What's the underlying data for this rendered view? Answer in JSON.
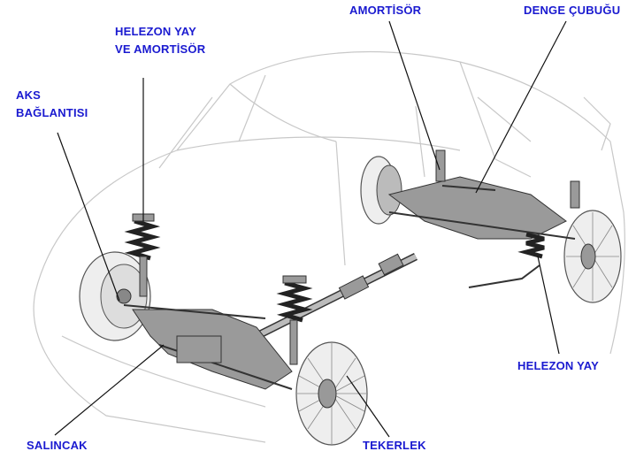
{
  "diagram": {
    "labels": {
      "front_coil_shock_line1": "HELEZON YAY",
      "front_coil_shock_line2": "VE AMORTİSÖR",
      "axle_joint_line1": "AKS",
      "axle_joint_line2": "BAĞLANTISI",
      "rear_shock": "AMORTİSÖR",
      "stabilizer_bar": "DENGE ÇUBUĞU",
      "rear_coil_spring": "HELEZON YAY",
      "control_arm": "SALINCAK",
      "wheel": "TEKERLEK"
    },
    "colors": {
      "label": "#1a1ad0",
      "car_outline": "#c8c8c8"
    }
  }
}
